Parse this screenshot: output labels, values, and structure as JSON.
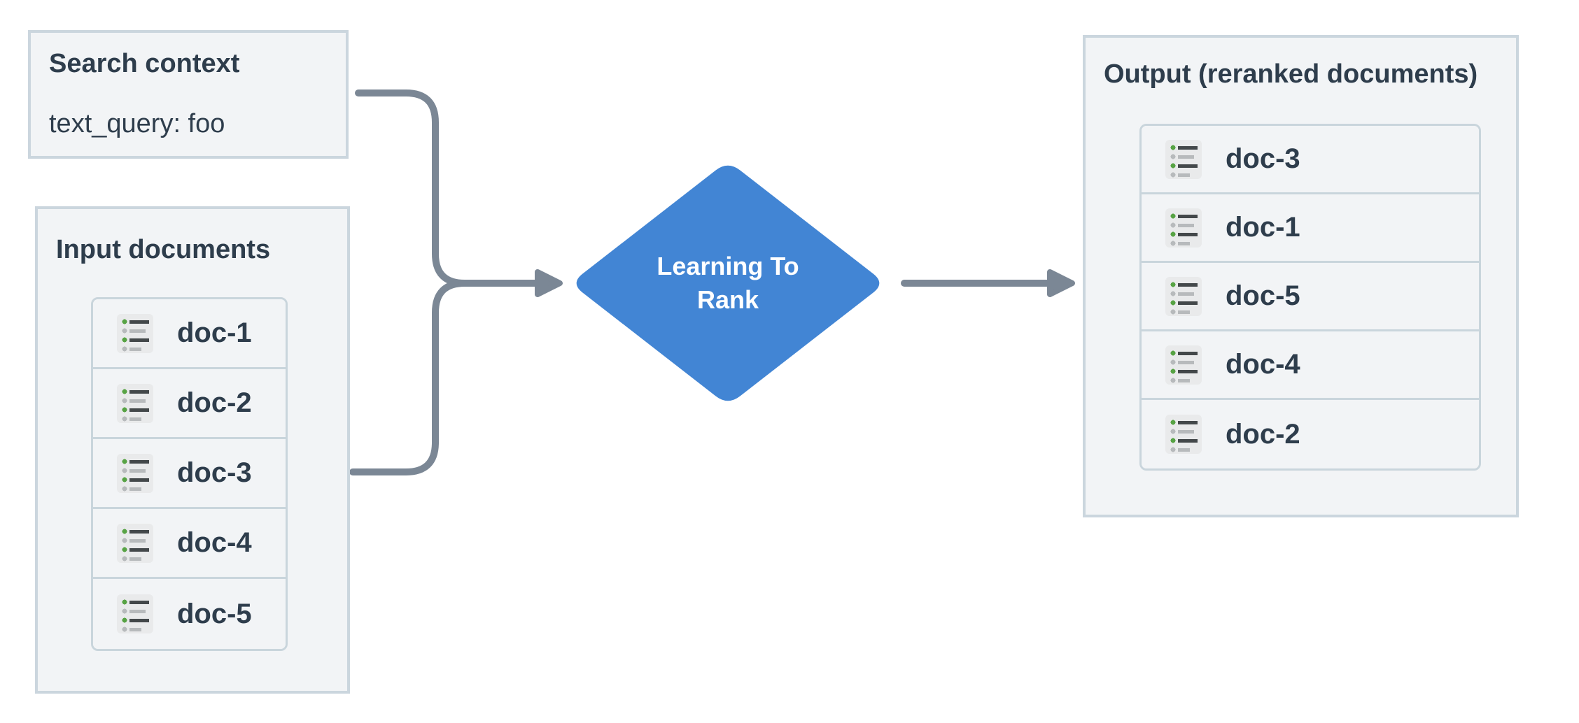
{
  "search_context": {
    "title": "Search context",
    "query_label": "text_query: foo"
  },
  "input_panel": {
    "title": "Input documents",
    "documents": [
      "doc-1",
      "doc-2",
      "doc-3",
      "doc-4",
      "doc-5"
    ]
  },
  "process_node": {
    "label": "Learning To Rank",
    "line1": "Learning To",
    "line2": "Rank"
  },
  "output_panel": {
    "title": "Output (reranked documents)",
    "documents": [
      "doc-3",
      "doc-1",
      "doc-5",
      "doc-4",
      "doc-2"
    ]
  },
  "icons": {
    "document": "list-icon"
  },
  "colors": {
    "node_fill": "#4285d4",
    "node_text": "#ffffff",
    "arrow": "#7b8795",
    "panel_fill": "#f2f4f6",
    "panel_border": "#cbd6de",
    "list_border": "#c9d5dc",
    "text": "#2e3d4c",
    "icon_bg": "#e9eaeb",
    "icon_green": "#57a344",
    "icon_gray": "#b7babc",
    "icon_dark": "#43484a"
  }
}
